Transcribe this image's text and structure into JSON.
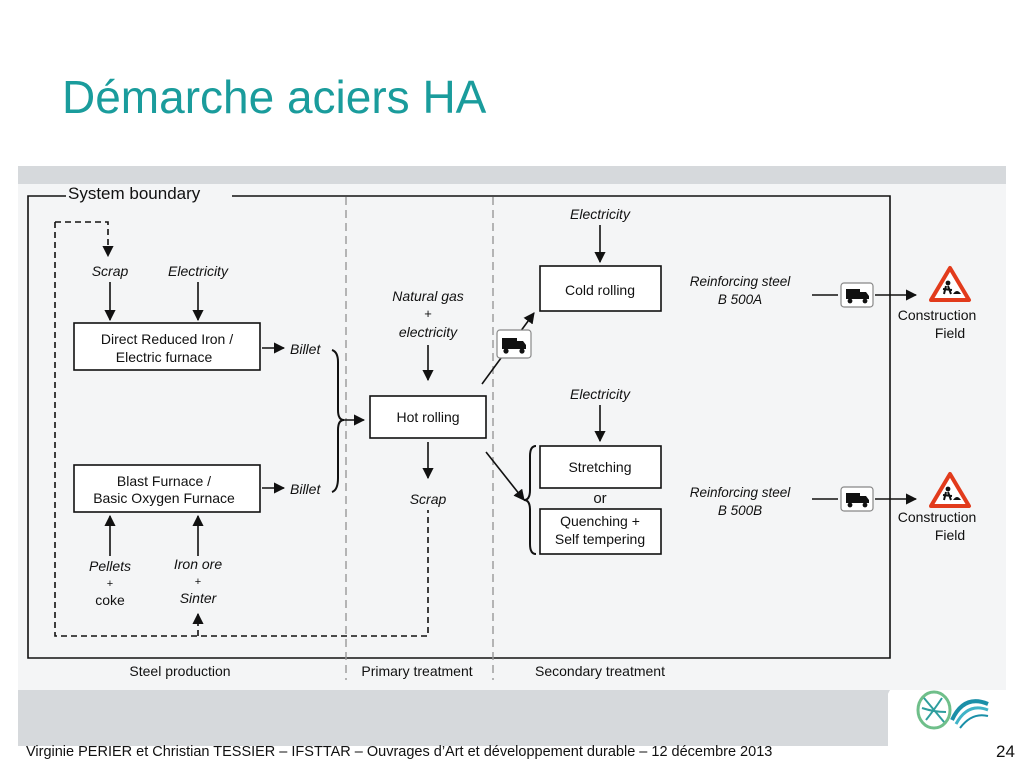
{
  "slide": {
    "title": "Démarche aciers HA",
    "footer": "Virginie PERIER et Christian TESSIER – IFSTTAR – Ouvrages d’Art et développement durable – 12 décembre 2013",
    "page_number": "24"
  },
  "diagram": {
    "system_boundary": "System boundary",
    "sections": {
      "steel_production": "Steel production",
      "primary_treatment": "Primary treatment",
      "secondary_treatment": "Secondary treatment"
    },
    "inputs": {
      "scrap_top": "Scrap",
      "electricity_left": "Electricity",
      "natural_gas_1": "Natural gas",
      "natural_gas_2": "+",
      "natural_gas_3": "electricity",
      "electricity_cold": "Electricity",
      "electricity_stretch": "Electricity",
      "pellets_1": "Pellets",
      "pellets_2": "+",
      "pellets_3": "coke",
      "ironore_1": "Iron ore",
      "ironore_2": "+",
      "ironore_3": "Sinter"
    },
    "processes": {
      "dri_1": "Direct Reduced Iron /",
      "dri_2": "Electric furnace",
      "bf_1": "Blast Furnace /",
      "bf_2": "Basic Oxygen Furnace",
      "hot_rolling": "Hot rolling",
      "cold_rolling": "Cold rolling",
      "stretching": "Stretching",
      "or": "or",
      "quench_1": "Quenching +",
      "quench_2": "Self tempering"
    },
    "outputs": {
      "billet_1": "Billet",
      "billet_2": "Billet",
      "scrap_bottom": "Scrap",
      "rebar_a_1": "Reinforcing steel",
      "rebar_a_2": "B 500A",
      "rebar_b_1": "Reinforcing steel",
      "rebar_b_2": "B 500B",
      "field_a_1": "Construction",
      "field_a_2": "Field",
      "field_b_1": "Construction",
      "field_b_2": "Field"
    },
    "icons": [
      "truck-icon",
      "roadwork-warning-icon"
    ],
    "colors": {
      "title": "#1a9c9c",
      "warning": "#e23b1c",
      "band": "#d6d9dc"
    }
  }
}
